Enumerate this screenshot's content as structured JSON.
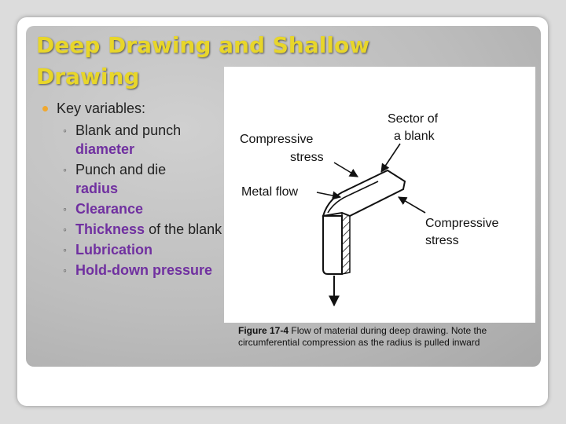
{
  "slide": {
    "title": "Deep Drawing and Shallow Drawing",
    "bullet_main": "Key variables:",
    "items": [
      {
        "plain": "Blank and punch",
        "highlight": "diameter"
      },
      {
        "plain": "Punch and die",
        "highlight": "radius"
      },
      {
        "highlight": "Clearance"
      },
      {
        "highlight": "Thickness",
        "suffix": "of the blank"
      },
      {
        "highlight": "Lubrication"
      },
      {
        "highlight": "Hold-down pressure"
      }
    ],
    "figure_labels": {
      "sector_line1": "Sector of",
      "sector_line2": "a blank",
      "compressive_left_line1": "Compressive",
      "compressive_left_line2": "stress",
      "metal_flow": "Metal flow",
      "compressive_right_line1": "Compressive",
      "compressive_right_line2": "stress"
    },
    "caption": {
      "label": "Figure 17-4",
      "text": "Flow of material during deep drawing. Note the circumferential compression as the radius is pulled inward"
    }
  },
  "colors": {
    "title": "#e8d62a",
    "highlight": "#7030a0",
    "bullet": "#f0a830"
  }
}
